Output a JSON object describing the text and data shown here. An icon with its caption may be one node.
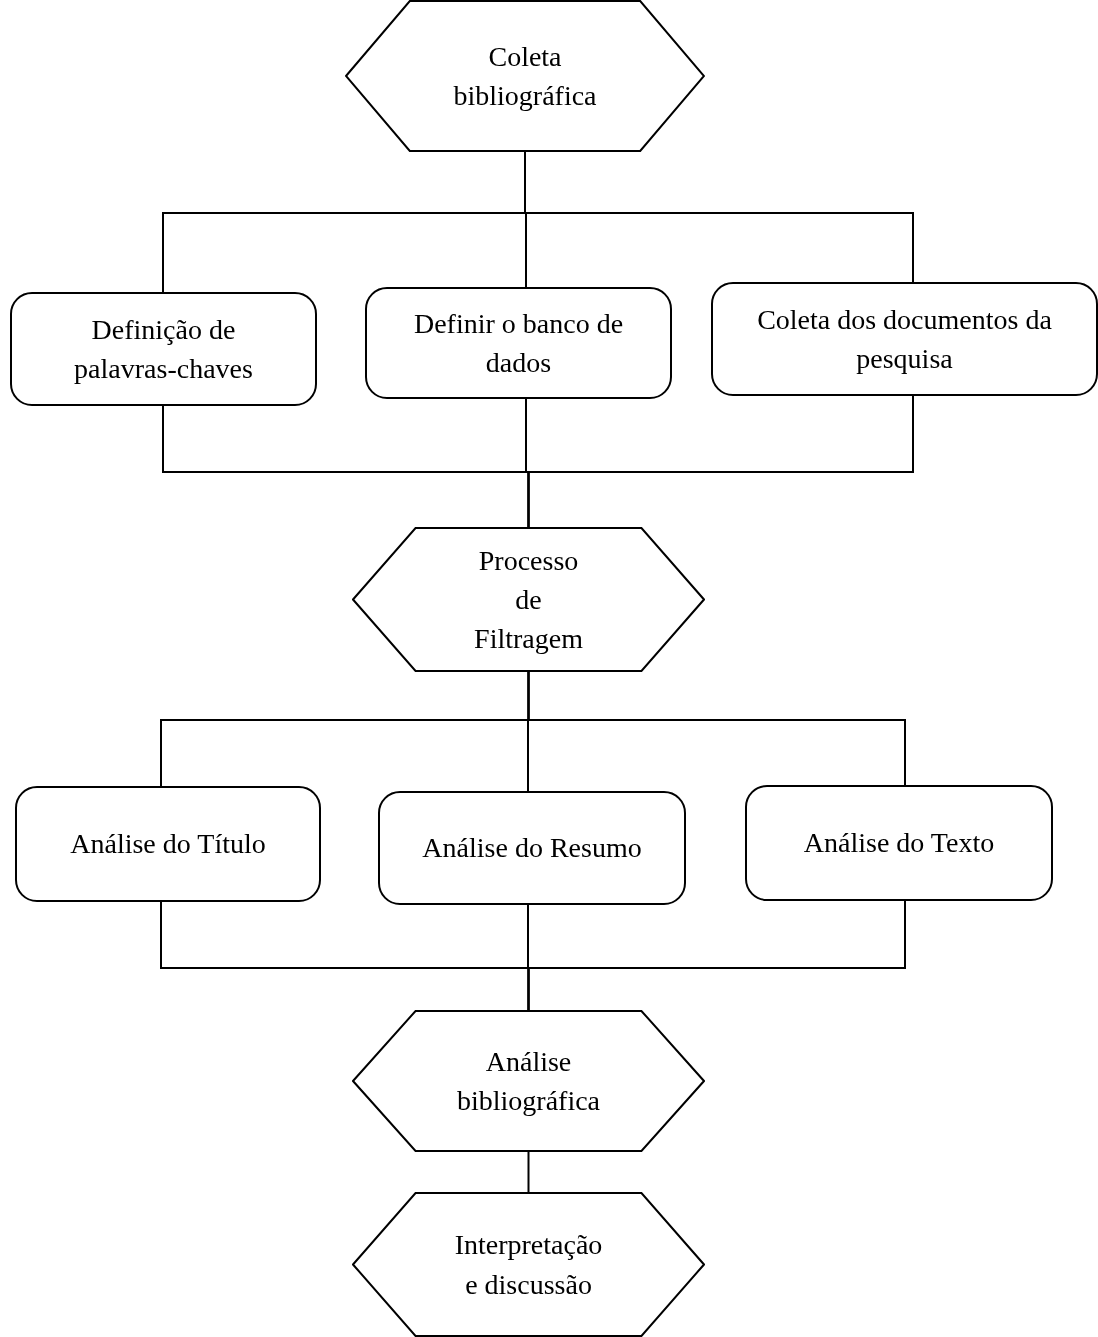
{
  "diagram": {
    "nodes": [
      {
        "text": [
          "Coleta bibliográfica"
        ]
      },
      {
        "text": [
          "Definição de palavras-chaves"
        ]
      },
      {
        "text": [
          "Definir o banco de dados"
        ]
      },
      {
        "text": [
          "Coleta dos documentos da pesquisa"
        ]
      },
      {
        "text": [
          "Processo de Filtragem"
        ]
      },
      {
        "text": [
          "Análise do Título"
        ]
      },
      {
        "text": [
          "Análise do Resumo"
        ]
      },
      {
        "text": [
          "Análise do Texto"
        ]
      },
      {
        "text": [
          "Análise bibliográfica"
        ]
      },
      {
        "text": [
          "Interpretação e discussão"
        ]
      }
    ],
    "edges": [
      {
        "from": 0,
        "to": 1,
        "arrow": "none"
      },
      {
        "from": 0,
        "to": 2,
        "arrow": "none"
      },
      {
        "from": 0,
        "to": 3,
        "arrow": "none"
      },
      {
        "from": 1,
        "to": 4,
        "arrow": "none"
      },
      {
        "from": 2,
        "to": 4,
        "arrow": "none"
      },
      {
        "from": 3,
        "to": 4,
        "arrow": "none"
      },
      {
        "from": 4,
        "to": 5,
        "arrow": "none"
      },
      {
        "from": 4,
        "to": 6,
        "arrow": "none"
      },
      {
        "from": 4,
        "to": 7,
        "arrow": "none"
      },
      {
        "from": 5,
        "to": 8,
        "arrow": "none"
      },
      {
        "from": 6,
        "to": 8,
        "arrow": "none"
      },
      {
        "from": 7,
        "to": 8,
        "arrow": "none"
      },
      {
        "from": 8,
        "to": 9,
        "arrow": "none"
      }
    ]
  }
}
